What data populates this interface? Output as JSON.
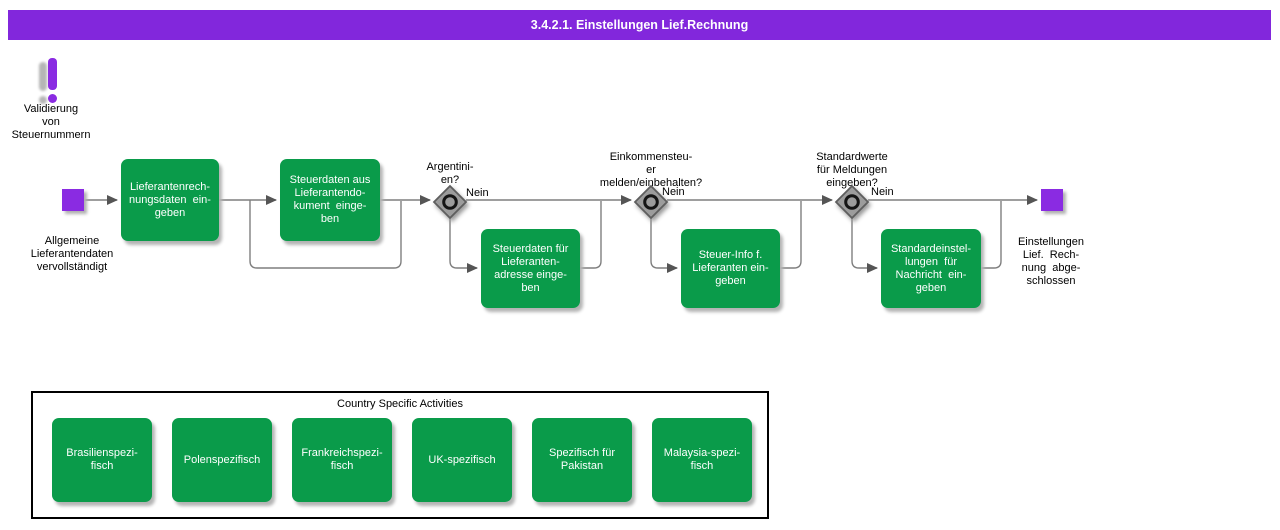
{
  "title": "3.4.2.1. Einstellungen Lief.Rechnung",
  "colors": {
    "title_bar": "#8227DC",
    "event": "#8A2BE2",
    "task_green": "#0A9B4A",
    "connector": "#7F7F7F",
    "gateway_fill": "#9C9C9C"
  },
  "annotation": {
    "icon": "exclamation-icon",
    "label": "Validierung\nvon\nSteuernummern"
  },
  "flow": {
    "start_label": "Allgemeine\nLieferantendaten\nvervollständigt",
    "end_label": "Einstellungen\nLief.  Rech-\nnung  abge-\nschlossen",
    "tasks": [
      {
        "label": "Lieferantenrech-\nnungsdaten  ein-\ngeben"
      },
      {
        "label": "Steuerdaten aus\nLieferantendo-\nkument  einge-\nben"
      },
      {
        "label": "Steuerdaten für\nLieferanten-\nadresse einge-\nben"
      },
      {
        "label": "Steuer-Info f.\nLieferanten ein-\ngeben"
      },
      {
        "label": "Standardeinstel-\nlungen  für\nNachricht  ein-\ngeben"
      }
    ],
    "gateways": [
      {
        "question": "Argentini-\nen?",
        "no_label": "Nein"
      },
      {
        "question": "Einkommensteu-\ner\nmelden/einbehalten?",
        "no_label": "Nein"
      },
      {
        "question": "Standardwerte\nfür Meldungen\neingeben?",
        "no_label": "Nein"
      }
    ]
  },
  "country_section": {
    "title": "Country Specific Activities",
    "items": [
      {
        "label": "Brasilienspezi-\nfisch"
      },
      {
        "label": "Polenspezifisch"
      },
      {
        "label": "Frankreichspezi-\nfisch"
      },
      {
        "label": "UK-spezifisch"
      },
      {
        "label": "Spezifisch für\nPakistan"
      },
      {
        "label": "Malaysia-spezi-\nfisch"
      }
    ]
  }
}
